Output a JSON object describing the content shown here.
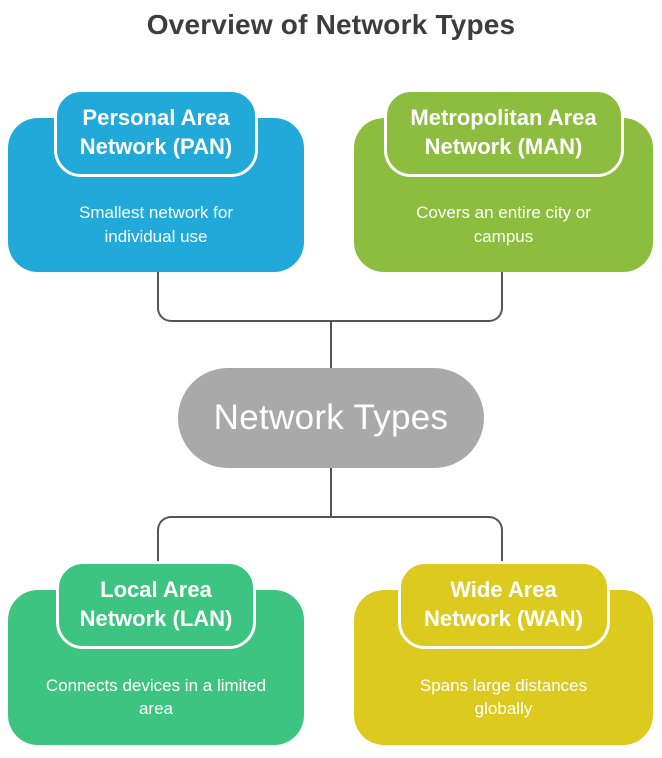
{
  "title": "Overview of Network Types",
  "center_node": {
    "label": "Network Types"
  },
  "nodes": [
    {
      "id": "pan",
      "title": "Personal Area\nNetwork (PAN)",
      "description": "Smallest network for\nindividual use",
      "color": "#21a9da"
    },
    {
      "id": "man",
      "title": "Metropolitan Area\nNetwork (MAN)",
      "description": "Covers an entire city or\ncampus",
      "color": "#8cbd3e"
    },
    {
      "id": "lan",
      "title": "Local Area\nNetwork (LAN)",
      "description": "Connects devices in a limited\narea",
      "color": "#3cc480"
    },
    {
      "id": "wan",
      "title": "Wide Area\nNetwork (WAN)",
      "description": "Spans large distances\nglobally",
      "color": "#ddca1e"
    }
  ],
  "colors": {
    "center_node": "#a9a9a9",
    "connector": "#555555",
    "title_text": "#3d3d3d",
    "card_text": "#ffffff"
  }
}
